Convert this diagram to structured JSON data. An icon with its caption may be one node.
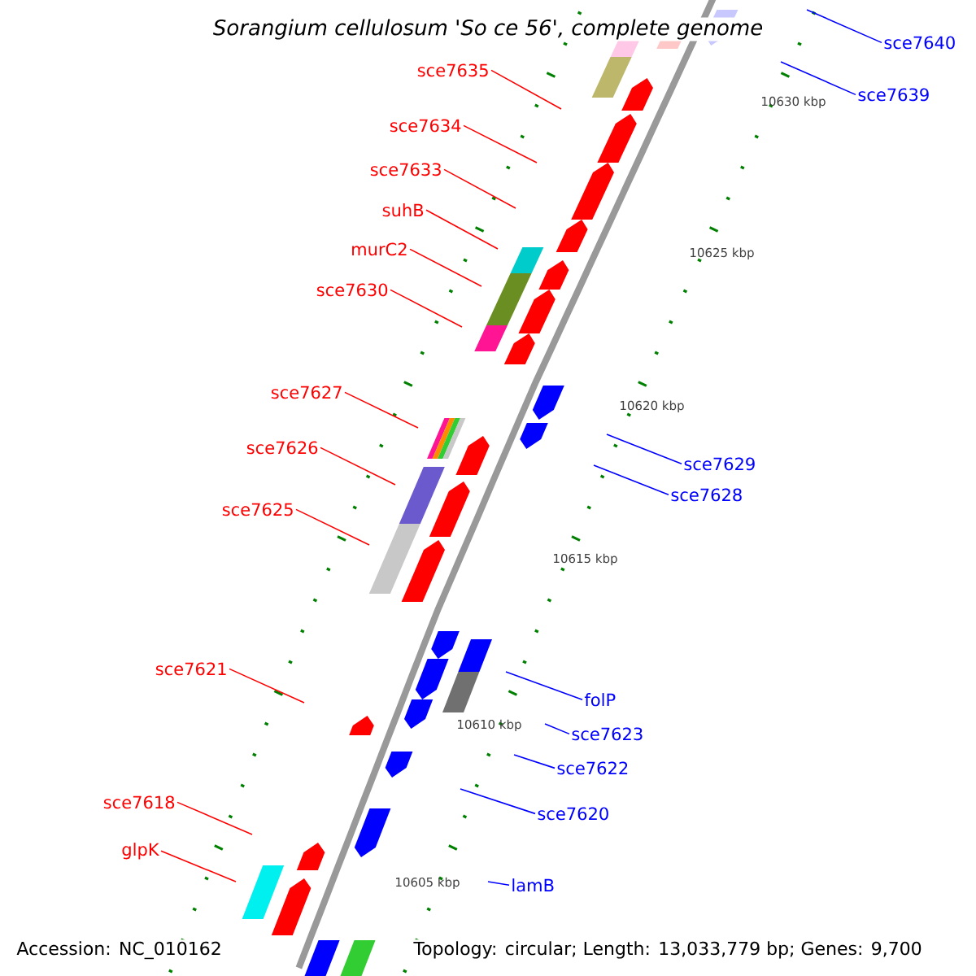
{
  "diagram": {
    "title": "Sorangium cellulosum 'So ce 56', complete genome",
    "nodes": [
      {
        "text": [
          "sce7640"
        ]
      },
      {
        "text": [
          "sce7635"
        ]
      },
      {
        "text": [
          "sce7639"
        ]
      },
      {
        "text": [
          "sce7634"
        ]
      },
      {
        "text": [
          "sce7633"
        ]
      },
      {
        "text": [
          "suhB"
        ]
      },
      {
        "text": [
          "murC2"
        ]
      },
      {
        "text": [
          "sce7630"
        ]
      },
      {
        "text": [
          "sce7627"
        ]
      },
      {
        "text": [
          "sce7626"
        ]
      },
      {
        "text": [
          "sce7629"
        ]
      },
      {
        "text": [
          "sce7628"
        ]
      },
      {
        "text": [
          "sce7625"
        ]
      },
      {
        "text": [
          "sce7621"
        ]
      },
      {
        "text": [
          "folP"
        ]
      },
      {
        "text": [
          "sce7623"
        ]
      },
      {
        "text": [
          "sce7622"
        ]
      },
      {
        "text": [
          "sce7618"
        ]
      },
      {
        "text": [
          "sce7620"
        ]
      },
      {
        "text": [
          "glpK"
        ]
      },
      {
        "text": [
          "lamB"
        ]
      }
    ],
    "edges": [
      {
        "from": 0,
        "to": null,
        "arrow": "none",
        "color": "#0000ff"
      },
      {
        "from": 1,
        "to": null,
        "arrow": "none",
        "color": "#ff0000"
      },
      {
        "from": 2,
        "to": null,
        "arrow": "none",
        "color": "#0000ff"
      },
      {
        "from": 3,
        "to": null,
        "arrow": "none",
        "color": "#ff0000"
      },
      {
        "from": 4,
        "to": null,
        "arrow": "none",
        "color": "#ff0000"
      },
      {
        "from": 5,
        "to": null,
        "arrow": "none",
        "color": "#ff0000"
      },
      {
        "from": 6,
        "to": null,
        "arrow": "none",
        "color": "#ff0000"
      },
      {
        "from": 7,
        "to": null,
        "arrow": "none",
        "color": "#ff0000"
      },
      {
        "from": 8,
        "to": null,
        "arrow": "none",
        "color": "#ff0000"
      },
      {
        "from": 9,
        "to": null,
        "arrow": "none",
        "color": "#ff0000"
      },
      {
        "from": 10,
        "to": null,
        "arrow": "none",
        "color": "#0000ff"
      },
      {
        "from": 11,
        "to": null,
        "arrow": "none",
        "color": "#0000ff"
      },
      {
        "from": 12,
        "to": null,
        "arrow": "none",
        "color": "#ff0000"
      },
      {
        "from": 13,
        "to": null,
        "arrow": "none",
        "color": "#ff0000"
      },
      {
        "from": 14,
        "to": null,
        "arrow": "none",
        "color": "#0000ff"
      },
      {
        "from": 15,
        "to": null,
        "arrow": "none",
        "color": "#0000ff"
      },
      {
        "from": 16,
        "to": null,
        "arrow": "none",
        "color": "#0000ff"
      },
      {
        "from": 17,
        "to": null,
        "arrow": "none",
        "color": "#ff0000"
      },
      {
        "from": 18,
        "to": null,
        "arrow": "none",
        "color": "#0000ff"
      },
      {
        "from": 19,
        "to": null,
        "arrow": "none",
        "color": "#ff0000"
      },
      {
        "from": 20,
        "to": null,
        "arrow": "none",
        "color": "#0000ff"
      }
    ],
    "labels": [
      "10630 kbp",
      "10625 kbp",
      "10620 kbp",
      "10615 kbp",
      "10610 kbp",
      "10605 kbp",
      "Accession: NC_010162",
      "Topology: circular; Length: 13,033,779 bp; Genes: 9,700"
    ]
  }
}
